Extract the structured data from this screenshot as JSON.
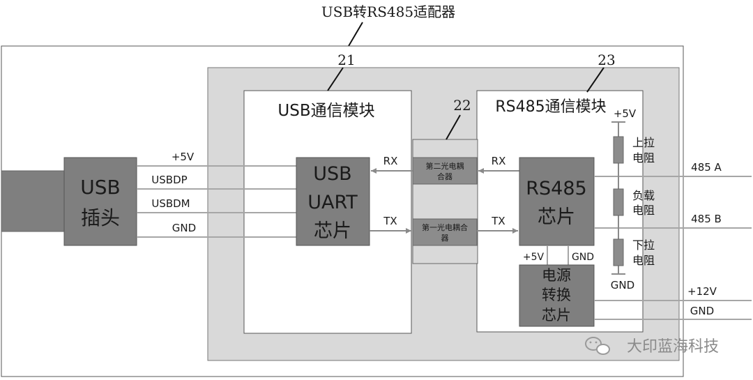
{
  "title": "USB转RS485适配器",
  "refs": {
    "usb_module": "21",
    "isolator": "22",
    "rs485_module": "23"
  },
  "usb_module": {
    "title": "USB通信模块"
  },
  "rs485_module": {
    "title": "RS485通信模块"
  },
  "usb_plug": {
    "line1": "USB",
    "line2": "插头"
  },
  "uart_chip": {
    "line1": "USB",
    "line2": "UART",
    "line3": "芯片"
  },
  "rs485_chip": {
    "line1": "RS485",
    "line2": "芯片"
  },
  "power_chip": {
    "line1": "电源",
    "line2": "转换",
    "line3": "芯片"
  },
  "opto2": {
    "line1": "第二光电耦",
    "line2": "合器"
  },
  "opto1": {
    "line1": "第一光电耦合",
    "line2": "器"
  },
  "usb_signals": {
    "vcc": "+5V",
    "dp": "USBDP",
    "dm": "USBDM",
    "gnd": "GND"
  },
  "rx_left": "RX",
  "tx_left": "TX",
  "rx_right": "RX",
  "tx_right": "TX",
  "resistors": {
    "pullup_1": "上拉",
    "pullup_2": "电阻",
    "load_1": "负载",
    "load_2": "电阻",
    "pulldown_1": "下拉",
    "pulldown_2": "电阻",
    "top_rail": "+5V",
    "bottom_rail": "GND"
  },
  "power_pins": {
    "vcc": "+5V",
    "gnd": "GND"
  },
  "outputs": {
    "a": "485 A",
    "b": "485 B",
    "vin": "+12V",
    "gnd": "GND"
  },
  "watermark": "大印蓝海科技",
  "colors": {
    "dark_block": "#7f7f7f",
    "light_panel": "#d9d9d9",
    "wire": "#a6a6a6",
    "opto": "#8c8c8c"
  }
}
